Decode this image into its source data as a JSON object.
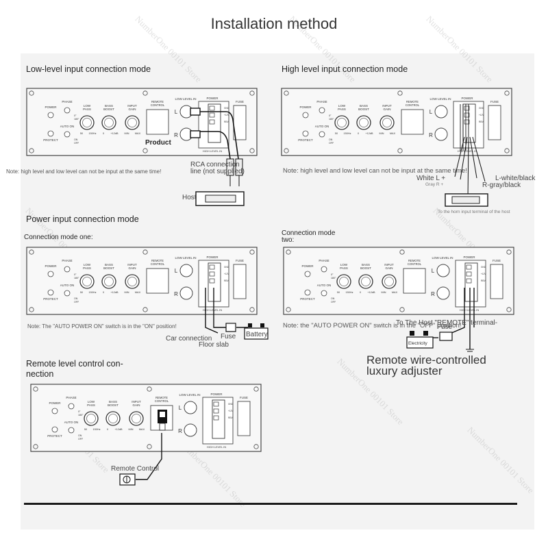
{
  "title": "Installation method",
  "watermark": "NumberOne 00101 Store",
  "panel_labels": {
    "power": "POWER",
    "phase": "PHASE",
    "phase_0": "0°",
    "phase_180": "180°",
    "auto_on": "AUTO ON",
    "protect": "PROTECT",
    "on": "ON",
    "off": "OFF",
    "low_pass_1": "LOW",
    "low_pass_2": "PASS",
    "low_pass_min": "50",
    "low_pass_max": "150Hz",
    "bass_boost_1": "BASS",
    "bass_boost_2": "BOOST",
    "bass_boost_min": "0",
    "bass_boost_max": "+12dB",
    "input_gain_1": "INPUT",
    "input_gain_2": "GAIN",
    "input_gain_min": "MIN",
    "input_gain_max": "MAX",
    "remote_control_1": "REMOTE",
    "remote_control_2": "CONTROL",
    "low_level_in": "LOW LEVEL IN",
    "high_level_in": "HIGH LEVEL IN",
    "left": "L",
    "right": "R",
    "fuse": "FUSE",
    "term_gnd": "GND",
    "term_12v": "+12V",
    "term_rem": "REM"
  },
  "sections": {
    "low_level": {
      "heading": "Low-level input connection mode",
      "product_label": "Product",
      "rca_label_1": "RCA connection",
      "rca_label_2": "line (not supplied)",
      "host_label": "Host",
      "note": "Note: high level and low level can not be input at the same time!"
    },
    "high_level": {
      "heading": "High level input connection mode",
      "note": "Note: high level and low level can not be input at the same time!",
      "white_l": "White L +",
      "gray_r": "Gray R +",
      "l_white_black": "L-white/black",
      "r_gray_black": "R-gray/black",
      "horn_note": "To the horn input terminal of the host"
    },
    "power_input": {
      "heading": "Power input connection mode",
      "mode_one": "Connection mode one:",
      "note": "Note: The \"AUTO POWER ON\" switch is in the \"ON\" position!",
      "car_connection": "Car connection",
      "floor_slab": "Floor slab",
      "fuse": "Fuse",
      "battery": "Battery"
    },
    "mode_two": {
      "heading_1": "Connection mode",
      "heading_2": "two:",
      "note": "Note: the \"AUTO POWER ON\" switch is in the \"OFF\" position!",
      "to_host": "To The Host \"REMOTE\" terminal-",
      "electricity": "Electricity",
      "fuse": "Fuse",
      "remote_wire_1": "Remote wire-controlled",
      "remote_wire_2": "luxury adjuster"
    },
    "remote": {
      "heading_1": "Remote level control con-",
      "heading_2": "nection",
      "remote_control": "Remote Control"
    }
  },
  "colors": {
    "sheet": "#f3f3f3",
    "panel_fill": "#f8f8f8",
    "panel_stroke": "#444444",
    "wire": "#111111"
  }
}
